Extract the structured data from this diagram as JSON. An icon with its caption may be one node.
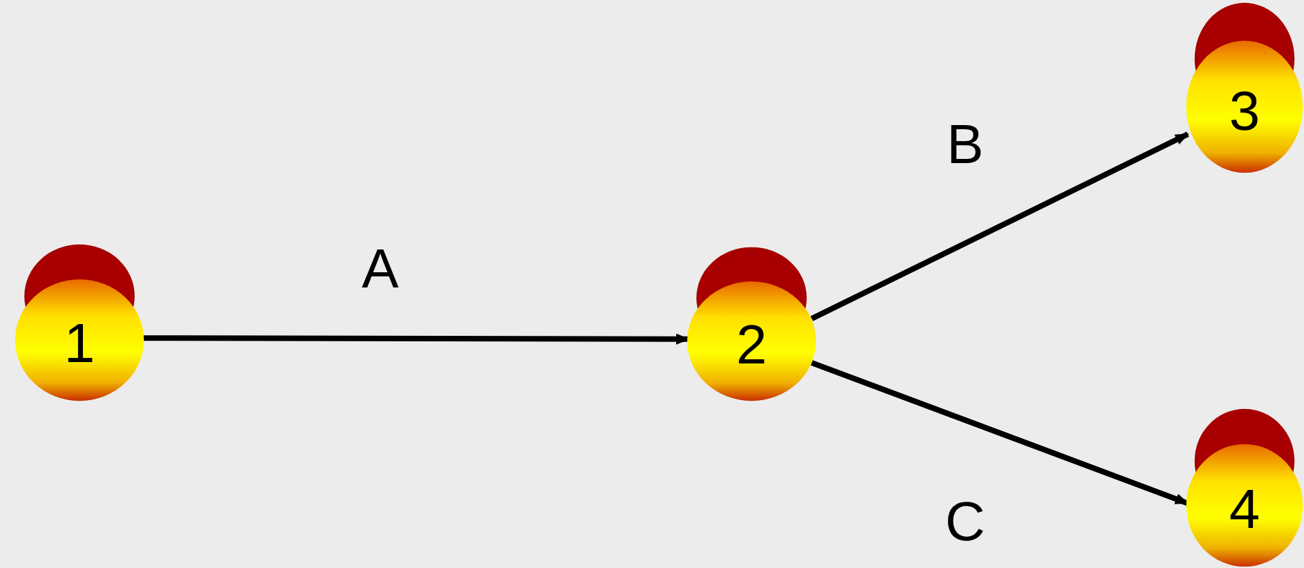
{
  "diagram": {
    "nodes": [
      {
        "text": [
          "1"
        ]
      },
      {
        "text": [
          "2"
        ]
      },
      {
        "text": [
          "3"
        ]
      },
      {
        "text": [
          "4"
        ]
      }
    ],
    "edges": [
      {
        "from": 0,
        "to": 1,
        "arrow": "to",
        "label": "A"
      },
      {
        "from": 1,
        "to": 2,
        "arrow": "to",
        "label": "B"
      },
      {
        "from": 1,
        "to": 3,
        "arrow": "to",
        "label": "C"
      }
    ]
  }
}
